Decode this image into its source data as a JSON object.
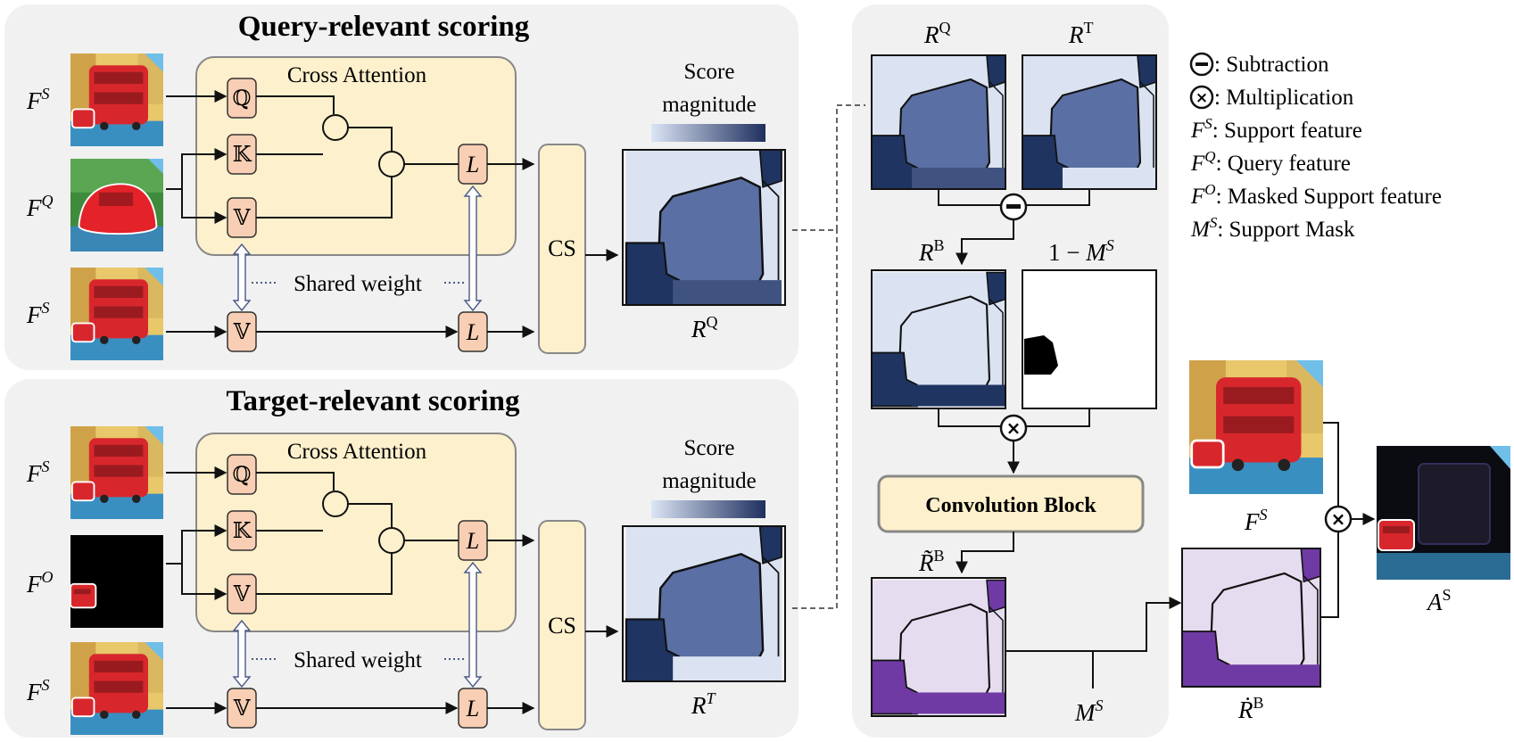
{
  "titles": {
    "query": "Query-relevant scoring",
    "target": "Target-relevant scoring"
  },
  "cross_attention": "Cross Attention",
  "shared_weight": "Shared weight",
  "score_magnitude_line1": "Score",
  "score_magnitude_line2": "magnitude",
  "ops": {
    "q": "ℚ",
    "k": "𝕂",
    "v": "𝕍",
    "l": "L",
    "cs": "CS"
  },
  "inputs": {
    "fs": {
      "base": "F",
      "sup": "S"
    },
    "fq": {
      "base": "F",
      "sup": "Q"
    },
    "fo": {
      "base": "F",
      "sup": "O"
    }
  },
  "maps": {
    "rq": {
      "base": "R",
      "sup": "Q"
    },
    "rt_upright": {
      "base": "R",
      "sup": "T"
    },
    "rt_italic": {
      "base": "R",
      "sup": "T"
    },
    "rb": {
      "base": "R",
      "sup": "B"
    },
    "rb_tilde": {
      "base": "R̃",
      "sup": "B"
    },
    "rb_dot": {
      "base": "Ṙ",
      "sup": "B"
    },
    "one_minus_ms": {
      "prefix": "1 − ",
      "base": "M",
      "sup": "S"
    },
    "ms": {
      "base": "M",
      "sup": "S"
    },
    "as": {
      "base": "A",
      "sup": "S"
    },
    "fs_right": {
      "base": "F",
      "sup": "S"
    }
  },
  "conv_block": "Convolution Block",
  "legend": [
    {
      "symbol": "minus",
      "base": "",
      "sup": "",
      "text": ": Subtraction"
    },
    {
      "symbol": "times",
      "base": "",
      "sup": "",
      "text": ": Multiplication"
    },
    {
      "symbol": "",
      "base": "F",
      "sup": "S",
      "text": ": Support feature"
    },
    {
      "symbol": "",
      "base": "F",
      "sup": "Q",
      "text": ": Query feature"
    },
    {
      "symbol": "",
      "base": "F",
      "sup": "O",
      "text": ": Masked Support feature"
    },
    {
      "symbol": "",
      "base": "M",
      "sup": "S",
      "text": ": Support Mask"
    }
  ],
  "colors": {
    "panel": "#f1f1f1",
    "attention_box": "#fdf0cc",
    "op_box": "#f8cfb4",
    "bus_red": "#d8272c",
    "map_light": "#dbe3f2",
    "map_mid": "#5a6fa3",
    "map_dark": "#1f3461",
    "purple_light": "#e6dcef",
    "purple_dark": "#6f3aa3"
  }
}
